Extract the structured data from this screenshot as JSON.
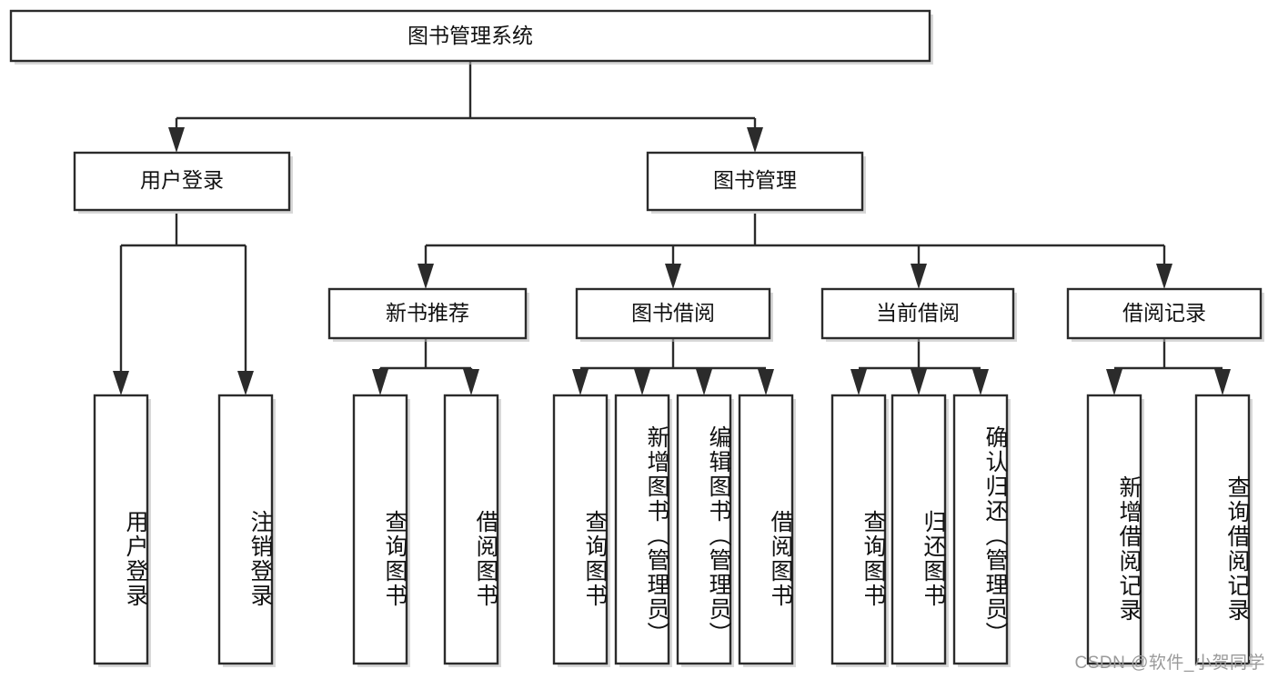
{
  "diagram": {
    "type": "tree",
    "title": "图书管理系统",
    "orientation": "top-down",
    "colors": {
      "box_fill": "#ffffff",
      "box_stroke": "#2b2b2b",
      "text": "#111111",
      "watermark": "#9a9a9a",
      "shadow": "#b8b8b8"
    },
    "watermark": "CSDN @软件_小贺同学",
    "root": {
      "label": "图书管理系统"
    },
    "level2": [
      {
        "label": "用户登录"
      },
      {
        "label": "图书管理"
      }
    ],
    "level3": [
      {
        "label": "新书推荐"
      },
      {
        "label": "图书借阅"
      },
      {
        "label": "当前借阅"
      },
      {
        "label": "借阅记录"
      }
    ],
    "leaves": {
      "user_login": [
        {
          "label": "用户登录"
        },
        {
          "label": "注销登录"
        }
      ],
      "new_book_recommend": [
        {
          "label": "查询图书"
        },
        {
          "label": "借阅图书"
        }
      ],
      "book_borrow": [
        {
          "label": "查询图书"
        },
        {
          "label": "新增图书（管理员）"
        },
        {
          "label": "编辑图书（管理员）"
        },
        {
          "label": "借阅图书"
        }
      ],
      "current_borrow": [
        {
          "label": "查询图书"
        },
        {
          "label": "归还图书"
        },
        {
          "label": "确认归还（管理员）"
        }
      ],
      "borrow_record": [
        {
          "label": "新增借阅记录"
        },
        {
          "label": "查询借阅记录"
        }
      ]
    }
  }
}
